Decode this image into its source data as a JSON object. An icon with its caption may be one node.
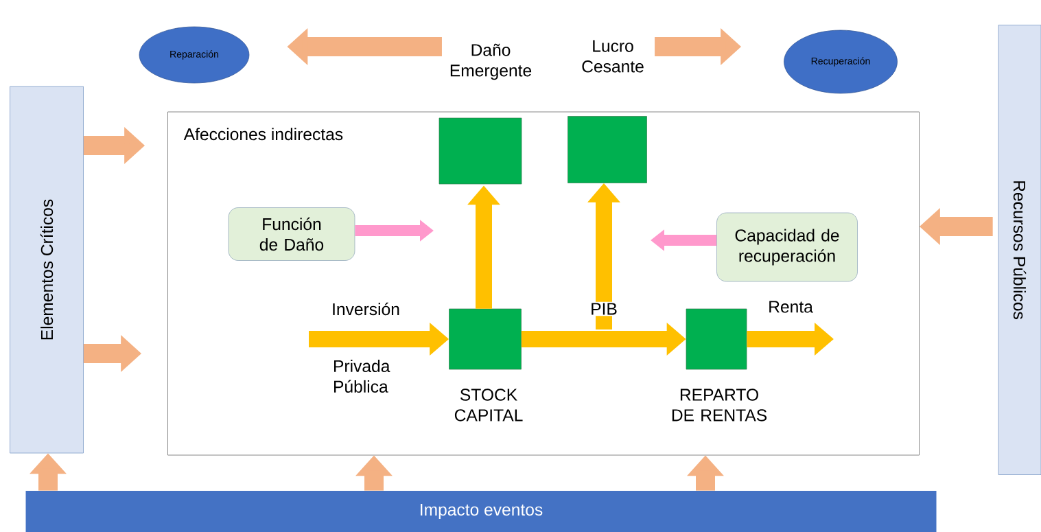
{
  "diagram": {
    "nodes": [
      {
        "text": [
          "Reparación"
        ]
      },
      {
        "text": [
          "Recuperación"
        ]
      },
      {
        "text": [
          "Elementos Críticos"
        ]
      },
      {
        "text": [
          "Recursos Públicos"
        ]
      },
      {
        "text": [
          "Afecciones indirectas"
        ]
      },
      {
        "text": [],
        "shape": "box",
        "in": 4
      },
      {
        "text": [],
        "shape": "box",
        "in": 4
      },
      {
        "text": [
          "Función de Daño"
        ],
        "in": 4
      },
      {
        "text": [
          "Capacidad de recuperación"
        ],
        "in": 4
      },
      {
        "text": [
          "STOCK CAPITAL"
        ],
        "in": 4
      },
      {
        "text": [
          "REPARTO DE RENTAS"
        ],
        "in": 4
      },
      {
        "text": [
          "Impacto eventos"
        ]
      },
      {
        "text": [
          "Daño Emergente"
        ]
      },
      {
        "text": [
          "Lucro Cesante"
        ]
      }
    ],
    "edges": [
      {
        "from": 12,
        "to": 0,
        "arrow": "to"
      },
      {
        "from": 13,
        "to": 1,
        "arrow": "to"
      },
      {
        "from": 2,
        "to": 4,
        "arrow": "to"
      },
      {
        "from": 2,
        "to": 4,
        "arrow": "to"
      },
      {
        "from": 3,
        "to": 4,
        "arrow": "to"
      },
      {
        "from": 7,
        "to": null,
        "arrow": "to",
        "color": "#ff99cc"
      },
      {
        "from": 8,
        "to": null,
        "arrow": "to",
        "color": "#ff99cc"
      },
      {
        "from": 9,
        "to": 5,
        "arrow": "to",
        "color": "#ffc000"
      },
      {
        "from": null,
        "to": 6,
        "arrow": "to",
        "color": "#ffc000"
      },
      {
        "from": null,
        "to": 9,
        "arrow": "to",
        "label": "Inversión",
        "color": "#ffc000"
      },
      {
        "from": 9,
        "to": 10,
        "arrow": "to",
        "label": "PIB",
        "color": "#ffc000"
      },
      {
        "from": 10,
        "to": null,
        "arrow": "to",
        "label": "Renta",
        "color": "#ffc000"
      },
      {
        "from": 11,
        "to": 2,
        "arrow": "to"
      },
      {
        "from": 11,
        "to": 4,
        "arrow": "to"
      },
      {
        "from": 11,
        "to": 4,
        "arrow": "to"
      }
    ],
    "labels": [
      "Privada Pública"
    ]
  }
}
